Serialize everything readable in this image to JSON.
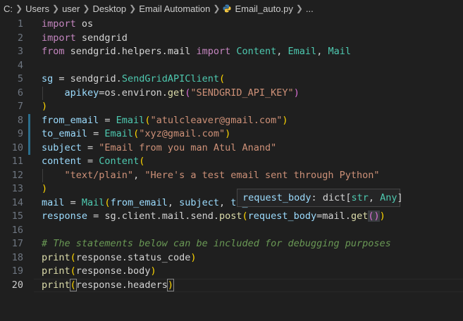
{
  "breadcrumb": {
    "items": [
      "C:",
      "Users",
      "user",
      "Desktop",
      "Email Automation",
      "Email_auto.py",
      "..."
    ]
  },
  "editor": {
    "language": "python",
    "active_line": 20,
    "modified_lines": [
      8,
      9,
      10
    ],
    "lines": [
      {
        "num": "1",
        "tokens": [
          [
            "kwc",
            "import"
          ],
          [
            "plain",
            " os"
          ]
        ]
      },
      {
        "num": "2",
        "tokens": [
          [
            "kwc",
            "import"
          ],
          [
            "plain",
            " sendgrid"
          ]
        ]
      },
      {
        "num": "3",
        "tokens": [
          [
            "kwc",
            "from"
          ],
          [
            "plain",
            " sendgrid.helpers.mail "
          ],
          [
            "kwc",
            "import"
          ],
          [
            "plain",
            " "
          ],
          [
            "cls",
            "Content"
          ],
          [
            "plain",
            ", "
          ],
          [
            "cls",
            "Email"
          ],
          [
            "plain",
            ", "
          ],
          [
            "cls",
            "Mail"
          ]
        ]
      },
      {
        "num": "4",
        "tokens": []
      },
      {
        "num": "5",
        "tokens": [
          [
            "var",
            "sg"
          ],
          [
            "plain",
            " = sendgrid."
          ],
          [
            "cls",
            "SendGridAPIClient"
          ],
          [
            "br1",
            "("
          ]
        ]
      },
      {
        "num": "6",
        "tokens": [
          [
            "plain",
            "    "
          ],
          [
            "var",
            "apikey"
          ],
          [
            "plain",
            "=os.environ."
          ],
          [
            "fn",
            "get"
          ],
          [
            "br2",
            "("
          ],
          [
            "str",
            "\"SENDGRID_API_KEY\""
          ],
          [
            "br2",
            ")"
          ]
        ]
      },
      {
        "num": "7",
        "tokens": [
          [
            "br1",
            ")"
          ]
        ]
      },
      {
        "num": "8",
        "tokens": [
          [
            "var",
            "from_email"
          ],
          [
            "plain",
            " = "
          ],
          [
            "cls",
            "Email"
          ],
          [
            "br1",
            "("
          ],
          [
            "str",
            "\"atulcleaver@gmail.com\""
          ],
          [
            "br1",
            ")"
          ]
        ]
      },
      {
        "num": "9",
        "tokens": [
          [
            "var",
            "to_email"
          ],
          [
            "plain",
            " = "
          ],
          [
            "cls",
            "Email"
          ],
          [
            "br1",
            "("
          ],
          [
            "str",
            "\"xyz@gmail.com\""
          ],
          [
            "br1",
            ")"
          ]
        ]
      },
      {
        "num": "10",
        "tokens": [
          [
            "var",
            "subject"
          ],
          [
            "plain",
            " = "
          ],
          [
            "str",
            "\"Email from you man Atul Anand\""
          ]
        ]
      },
      {
        "num": "11",
        "tokens": [
          [
            "var",
            "content"
          ],
          [
            "plain",
            " = "
          ],
          [
            "cls",
            "Content"
          ],
          [
            "br1",
            "("
          ]
        ]
      },
      {
        "num": "12",
        "tokens": [
          [
            "plain",
            "    "
          ],
          [
            "str",
            "\"text/plain\""
          ],
          [
            "plain",
            ", "
          ],
          [
            "str",
            "\"Here's a test email sent through Python\""
          ]
        ]
      },
      {
        "num": "13",
        "tokens": [
          [
            "br1",
            ")"
          ]
        ]
      },
      {
        "num": "14",
        "tokens": [
          [
            "var",
            "mail"
          ],
          [
            "plain",
            " = "
          ],
          [
            "cls",
            "Mail"
          ],
          [
            "br1",
            "("
          ],
          [
            "var",
            "from_email"
          ],
          [
            "plain",
            ", "
          ],
          [
            "var",
            "subject"
          ],
          [
            "plain",
            ", "
          ],
          [
            "var",
            "to_"
          ]
        ]
      },
      {
        "num": "15",
        "tokens": [
          [
            "var",
            "response"
          ],
          [
            "plain",
            " = sg.client.mail.send."
          ],
          [
            "fn",
            "post"
          ],
          [
            "br1",
            "("
          ],
          [
            "var",
            "request_body"
          ],
          [
            "plain",
            "=mail."
          ],
          [
            "fn",
            "get"
          ],
          [
            "br2hl",
            "()"
          ],
          [
            "br1",
            ")"
          ]
        ]
      },
      {
        "num": "16",
        "tokens": []
      },
      {
        "num": "17",
        "tokens": [
          [
            "cmt",
            "# The statements below can be included for debugging purposes"
          ]
        ]
      },
      {
        "num": "18",
        "tokens": [
          [
            "fn",
            "print"
          ],
          [
            "br1",
            "("
          ],
          [
            "plain",
            "response.status_code"
          ],
          [
            "br1",
            ")"
          ]
        ]
      },
      {
        "num": "19",
        "tokens": [
          [
            "fn",
            "print"
          ],
          [
            "br1",
            "("
          ],
          [
            "plain",
            "response.body"
          ],
          [
            "br1",
            ")"
          ]
        ]
      },
      {
        "num": "20",
        "tokens": [
          [
            "fn",
            "print"
          ],
          [
            "br1box",
            "("
          ],
          [
            "plain",
            "response.headers"
          ],
          [
            "br1box",
            ")"
          ]
        ]
      }
    ]
  },
  "hover_tooltip": {
    "tokens": [
      [
        "var",
        "request_body"
      ],
      [
        "plain",
        ": "
      ],
      [
        "plain",
        "dict"
      ],
      [
        "plain",
        "["
      ],
      [
        "cls",
        "str"
      ],
      [
        "plain",
        ", "
      ],
      [
        "cls",
        "Any"
      ],
      [
        "plain",
        "]"
      ]
    ]
  },
  "colors": {
    "background": "#1f1f1f",
    "keyword": "#c586c0",
    "class": "#4ec9b0",
    "string": "#ce9178",
    "variable": "#9cdcfe",
    "function": "#dcdcaa",
    "comment": "#6a9955"
  }
}
